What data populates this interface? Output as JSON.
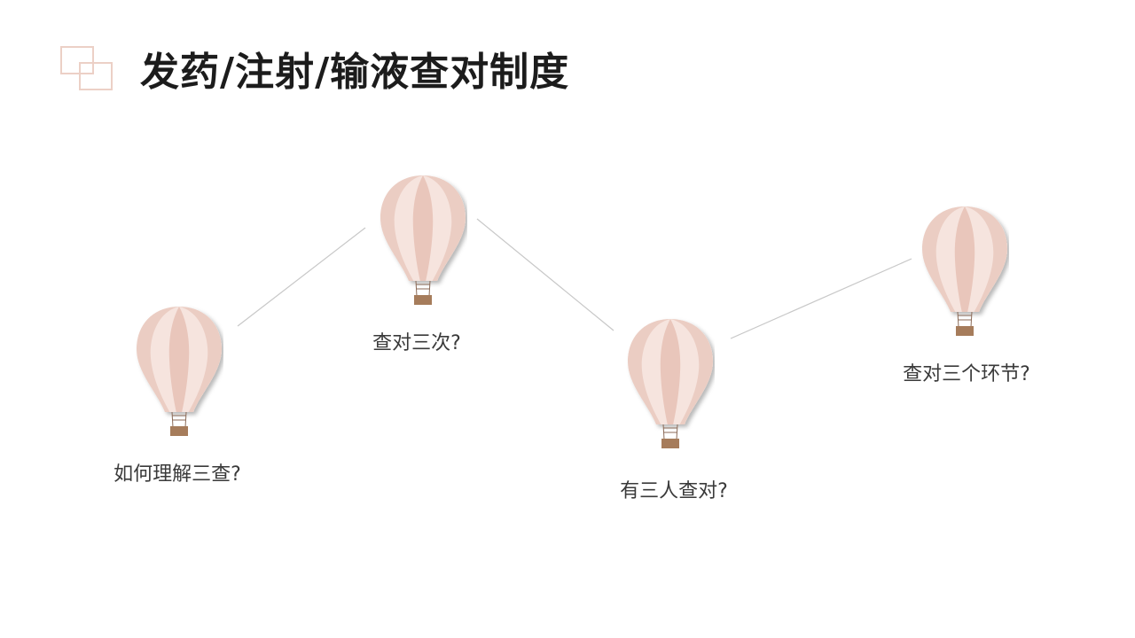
{
  "slide": {
    "title": "发药/注射/输液查对制度",
    "accent_color": "#ecd0c6",
    "balloons": [
      {
        "label": "如何理解三查?"
      },
      {
        "label": "查对三次?"
      },
      {
        "label": "有三人查对?"
      },
      {
        "label": "查对三个环节?"
      }
    ]
  }
}
